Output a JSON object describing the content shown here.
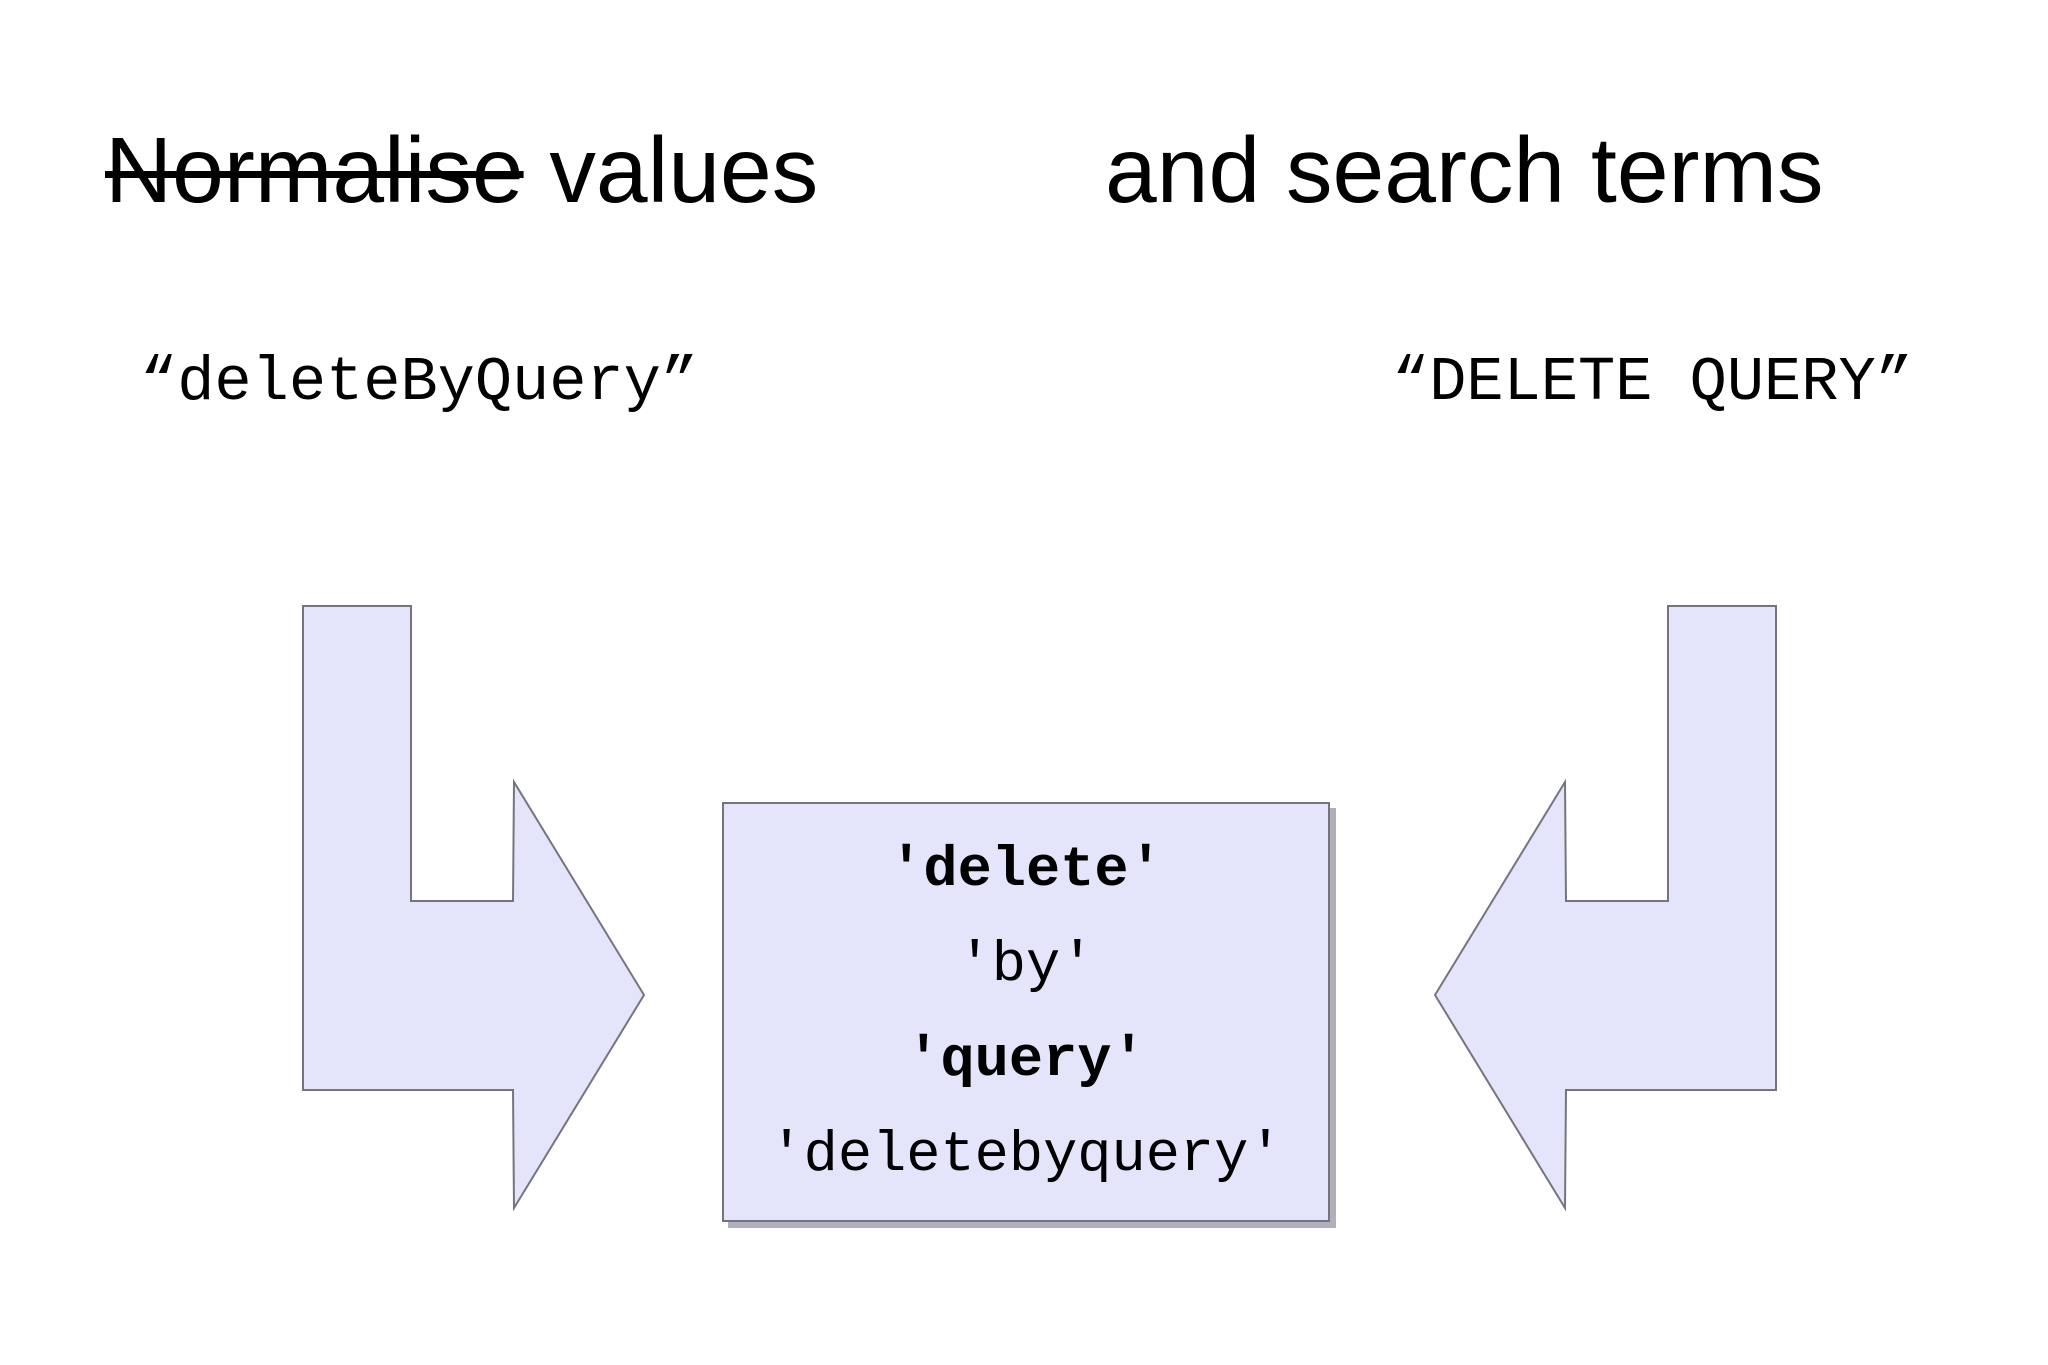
{
  "title": {
    "struck_word": "Normalise",
    "left_rest": " values",
    "right": "and search terms"
  },
  "labels": {
    "left_value": "“deleteByQuery”",
    "right_value": "“DELETE QUERY”"
  },
  "box": {
    "lines": [
      {
        "text": "'delete'",
        "bold": true
      },
      {
        "text": "'by'",
        "bold": false
      },
      {
        "text": "'query'",
        "bold": true
      },
      {
        "text": "'deletebyquery'",
        "bold": false
      }
    ]
  },
  "icons": {
    "left_arrow": "bent-arrow-down-right-icon",
    "right_arrow": "bent-arrow-down-left-icon"
  },
  "colors": {
    "shape_fill": "#e4e4fa",
    "shape_border": "#75757f",
    "shadow": "#b0b0ba",
    "text": "#000000",
    "background": "#ffffff"
  }
}
